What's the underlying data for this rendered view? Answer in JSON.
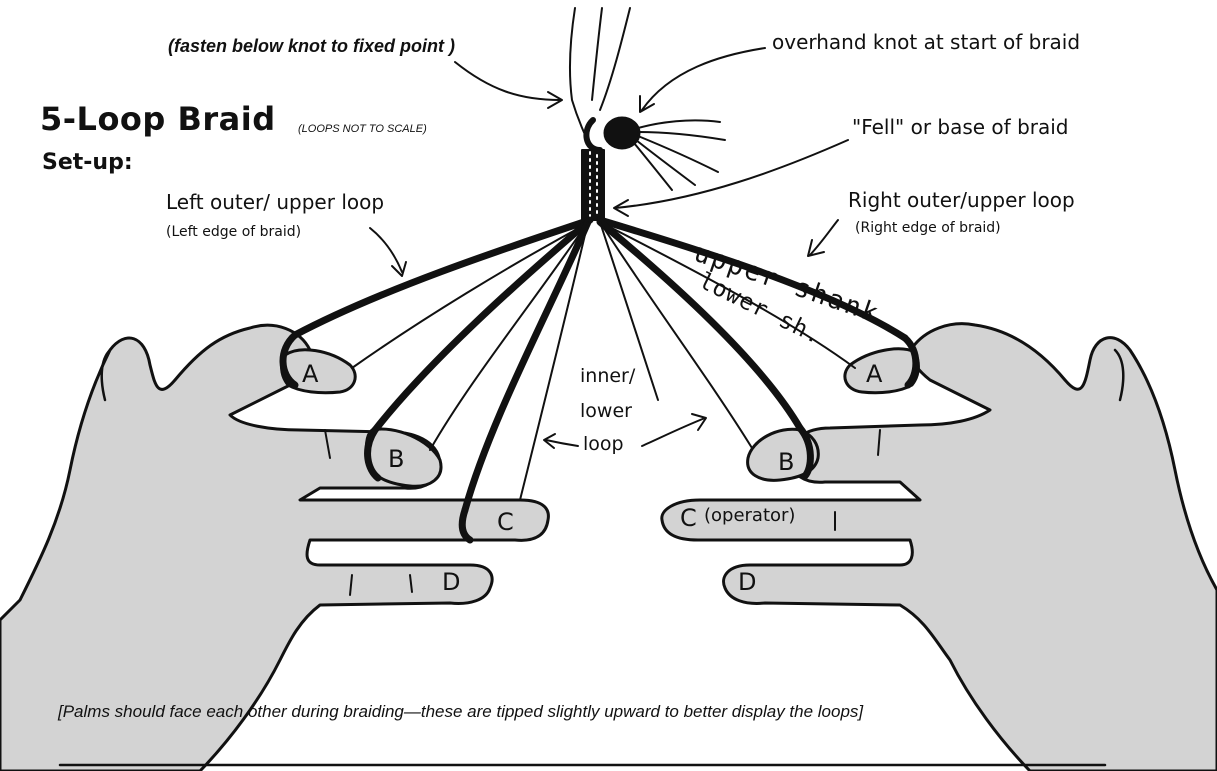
{
  "title": "5-Loop Braid",
  "title_note": "(LOOPS NOT TO SCALE)",
  "subtitle": "Set-up:",
  "labels": {
    "fasten": "(fasten below knot to fixed point )",
    "knot": "overhand knot at start of braid",
    "fell": "\"Fell\" or base of braid",
    "left_outer": "Left outer/ upper loop",
    "left_edge": "(Left edge of braid)",
    "right_outer": "Right outer/upper loop",
    "right_edge": "(Right edge of braid)",
    "inner_1": "inner/",
    "inner_2": "lower",
    "inner_3": "loop",
    "upper_shank": "upper shank",
    "lower_shank": "lower sh.",
    "operator": "(operator)"
  },
  "fingers": {
    "left": [
      "A",
      "B",
      "C",
      "D"
    ],
    "right": [
      "A",
      "B",
      "C",
      "D"
    ]
  },
  "caption": "[Palms should face each other during braiding—these are tipped slightly upward to better display the loops]",
  "colors": {
    "hand_fill": "#d3d3d3",
    "ink": "#111111",
    "background": "#ffffff"
  }
}
